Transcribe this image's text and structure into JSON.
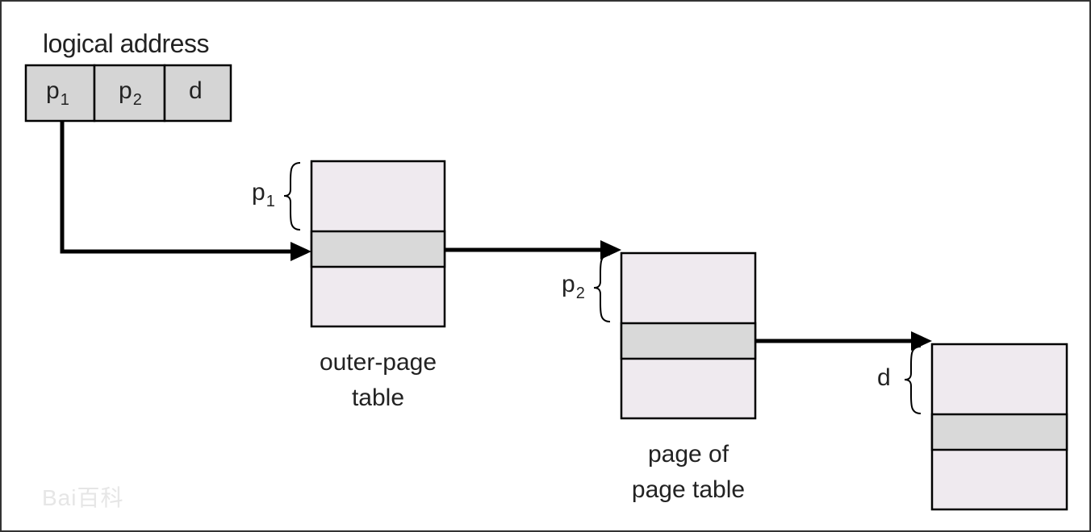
{
  "logical_address": {
    "title": "logical address",
    "fields": [
      {
        "main": "p",
        "sub": "1"
      },
      {
        "main": "p",
        "sub": "2"
      },
      {
        "main": "d",
        "sub": ""
      }
    ]
  },
  "outer_page_table": {
    "index_main": "p",
    "index_sub": "1",
    "caption_line1": "outer-page",
    "caption_line2": "table"
  },
  "page_of_page_table": {
    "index_main": "p",
    "index_sub": "2",
    "caption_line1": "page of",
    "caption_line2": "page table"
  },
  "memory_page": {
    "index_main": "d"
  },
  "watermark": "Bai百科",
  "colors": {
    "box_fill": "#efeaef",
    "highlight_fill": "#d9d9d9",
    "field_fill": "#d5d5d5",
    "stroke": "#000000"
  }
}
